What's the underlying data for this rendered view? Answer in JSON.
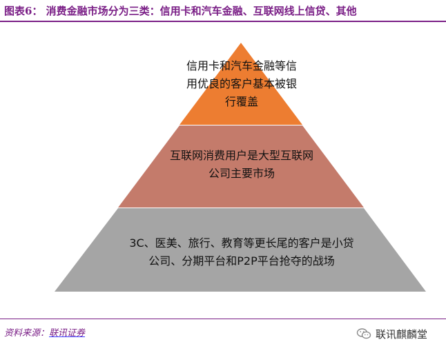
{
  "header": {
    "title": "图表6：  消费金融市场分为三类：信用卡和汽车金融、互联网线上信贷、其他"
  },
  "pyramid": {
    "tiers": [
      {
        "lines": [
          "信用卡和汽车金融等信",
          "用优良的客户基本被银",
          "行覆盖"
        ],
        "color": "#ed7d31"
      },
      {
        "lines": [
          "互联网消费用户是大型互联网",
          "公司主要市场"
        ],
        "color": "#c47b6b"
      },
      {
        "lines": [
          "3C、医美、旅行、教育等更长尾的客户是小贷",
          "公司、分期平台和P2P平台抢夺的战场"
        ],
        "color": "#a5a5a5"
      }
    ]
  },
  "footer": {
    "source_label": "资料来源：",
    "source_name": "联讯证券",
    "brand_icon": "wechat-icon",
    "brand_name": "联讯麒麟堂"
  }
}
